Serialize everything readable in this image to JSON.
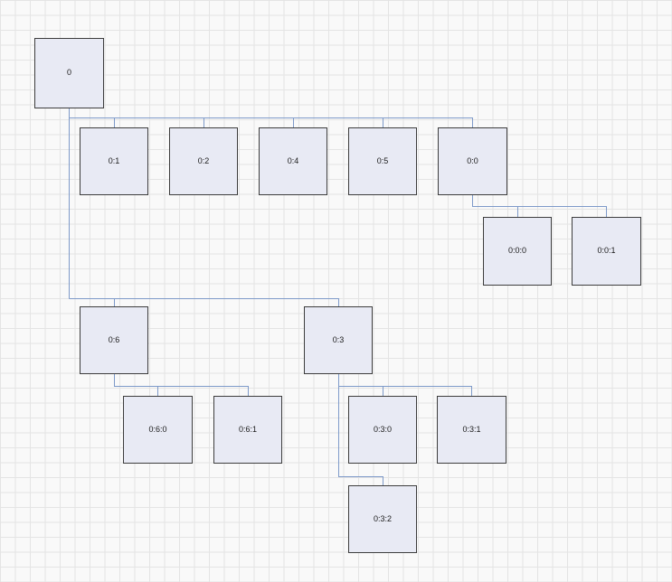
{
  "canvas": {
    "background": "#f9f9f9",
    "grid_color": "#e4e4e4",
    "node_fill": "#e8eaf4",
    "node_border": "#3d3d3d",
    "connector_color": "#7e9ac9"
  },
  "nodes": [
    {
      "id": "0",
      "label": "0"
    },
    {
      "id": "0:1",
      "label": "0:1"
    },
    {
      "id": "0:2",
      "label": "0:2"
    },
    {
      "id": "0:4",
      "label": "0:4"
    },
    {
      "id": "0:5",
      "label": "0:5"
    },
    {
      "id": "0:0",
      "label": "0:0"
    },
    {
      "id": "0:0:0",
      "label": "0:0:0"
    },
    {
      "id": "0:0:1",
      "label": "0:0:1"
    },
    {
      "id": "0:6",
      "label": "0:6"
    },
    {
      "id": "0:3",
      "label": "0:3"
    },
    {
      "id": "0:6:0",
      "label": "0:6:0"
    },
    {
      "id": "0:6:1",
      "label": "0:6:1"
    },
    {
      "id": "0:3:0",
      "label": "0:3:0"
    },
    {
      "id": "0:3:1",
      "label": "0:3:1"
    },
    {
      "id": "0:3:2",
      "label": "0:3:2"
    }
  ],
  "edges": [
    {
      "from": "0",
      "to": "0:1"
    },
    {
      "from": "0",
      "to": "0:2"
    },
    {
      "from": "0",
      "to": "0:4"
    },
    {
      "from": "0",
      "to": "0:5"
    },
    {
      "from": "0",
      "to": "0:0"
    },
    {
      "from": "0",
      "to": "0:6"
    },
    {
      "from": "0",
      "to": "0:3"
    },
    {
      "from": "0:0",
      "to": "0:0:0"
    },
    {
      "from": "0:0",
      "to": "0:0:1"
    },
    {
      "from": "0:6",
      "to": "0:6:0"
    },
    {
      "from": "0:6",
      "to": "0:6:1"
    },
    {
      "from": "0:3",
      "to": "0:3:0"
    },
    {
      "from": "0:3",
      "to": "0:3:1"
    },
    {
      "from": "0:3",
      "to": "0:3:2"
    }
  ]
}
